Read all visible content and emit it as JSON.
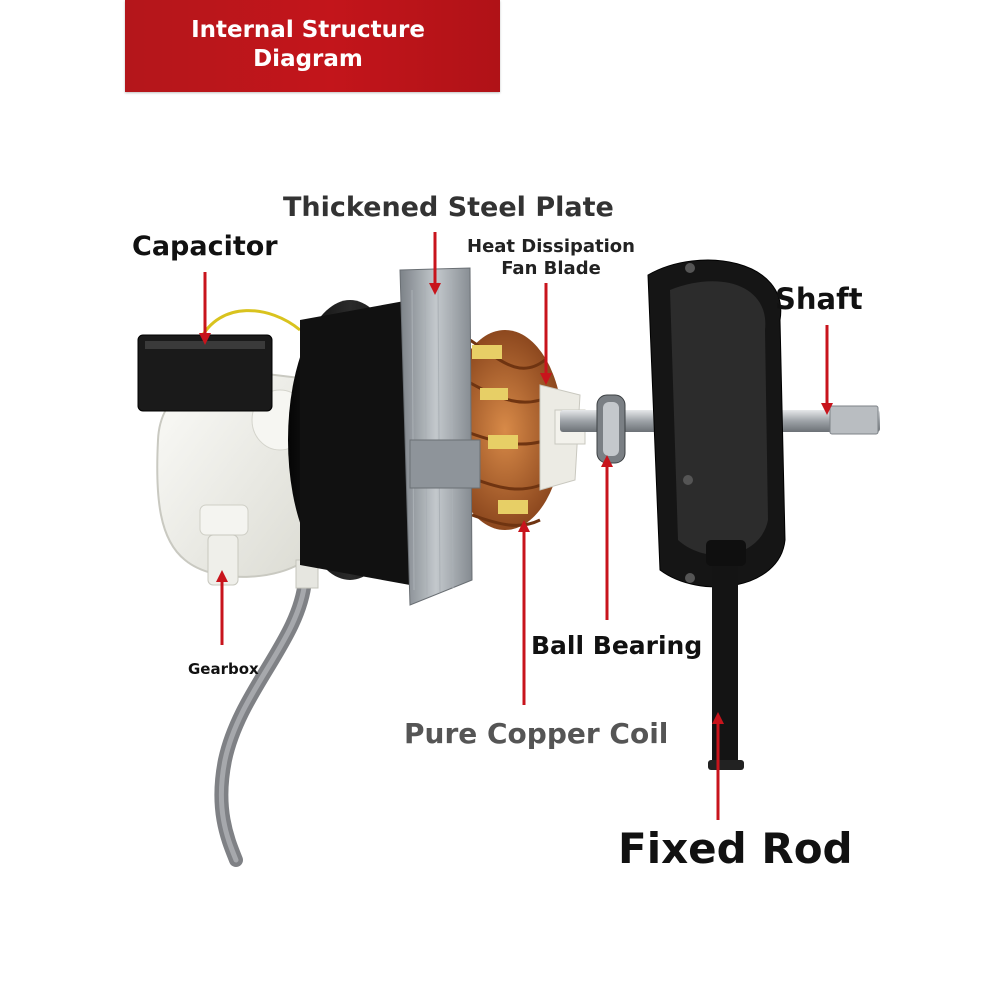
{
  "banner": {
    "line1": "Internal Structure",
    "line2": "Diagram"
  },
  "labels": {
    "thickened_steel_plate": "Thickened Steel Plate",
    "capacitor": "Capacitor",
    "heat_dissipation_line1": "Heat Dissipation",
    "heat_dissipation_line2": "Fan Blade",
    "shaft": "Shaft",
    "gearbox": "Gearbox",
    "ball_bearing": "Ball Bearing",
    "pure_copper_coil": "Pure Copper Coil",
    "fixed_rod": "Fixed Rod"
  },
  "colors": {
    "banner_red": "#c3151b",
    "pointer_red": "#c8141c",
    "copper": "#b5652d",
    "steel": "#9aa0a6",
    "housing_black": "#141414",
    "gearbox_white": "#f2f2ee"
  }
}
